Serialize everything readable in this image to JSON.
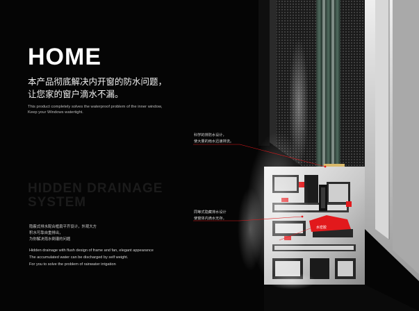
{
  "hero": {
    "title": "HOME",
    "cn_line_1": "本产品彻底解决内开窗的防水问题，",
    "cn_line_2": "让您家的窗户滴水不漏。",
    "en_line_1": "This product completely solves the waterproof problem of the inner window,",
    "en_line_2": "Keep your Windows watertight."
  },
  "section": {
    "heading_line_1": "HIDDEN DRAINAGE",
    "heading_line_2": "SYSTEM",
    "cn_line_1": "隐蔽式排水配合框扇平齐设计，外观大方",
    "cn_line_2": "积水可靠自重排出，",
    "cn_line_3": "为你解决雨水倒灌的问题",
    "en_line_1": "Hidden drainage with flush design of frame and fan, elegant appearance",
    "en_line_2": "The accumulated water can be discharged by self weight.",
    "en_line_3": "For you to solve the problem of rainwater irrigation"
  },
  "callouts": {
    "top_line_1": "科学的排防水设计，",
    "top_line_2": "使大量的雨水迅速排流。",
    "bottom_line_1": "同等式隐藏排水设计",
    "bottom_line_2": "使窗体内滴水无存。"
  },
  "seal_label": "水密胶",
  "colors": {
    "background": "#050505",
    "aluminum_light": "#e8e8e8",
    "aluminum_dark": "#8f8f8f",
    "seal_red": "#e2191c",
    "glass_green": "#3c5a4e",
    "ghost_text": "#1b1b1b"
  }
}
